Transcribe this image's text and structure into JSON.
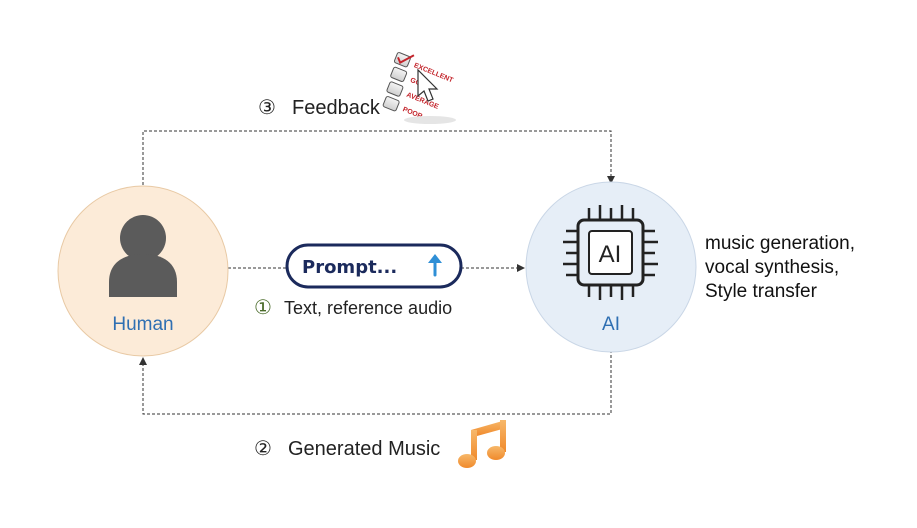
{
  "nodes": {
    "human": {
      "label": "Human"
    },
    "ai": {
      "label": "AI",
      "chip_text": "AI"
    }
  },
  "prompt_box": {
    "text": "Prompt...",
    "icon": "up-arrow-icon"
  },
  "steps": {
    "step1": {
      "number": "①",
      "text": "Text, reference audio"
    },
    "step2": {
      "number": "②",
      "text": "Generated Music"
    },
    "step3": {
      "number": "③",
      "text": "Feedback"
    }
  },
  "ai_capabilities": [
    "music generation,",
    "vocal synthesis,",
    "Style transfer"
  ],
  "rating_card": {
    "options": [
      "EXCELLENT",
      "GOOD",
      "AVERAGE",
      "POOR"
    ]
  },
  "colors": {
    "human_fill": "#fcebd8",
    "ai_fill": "#e6eef7",
    "label_blue": "#2f6fb2",
    "prompt_border": "#1b2a5c",
    "prompt_arrow": "#2f8fd6",
    "music_note": "#f4a04a",
    "rating_red": "#c3242b"
  }
}
